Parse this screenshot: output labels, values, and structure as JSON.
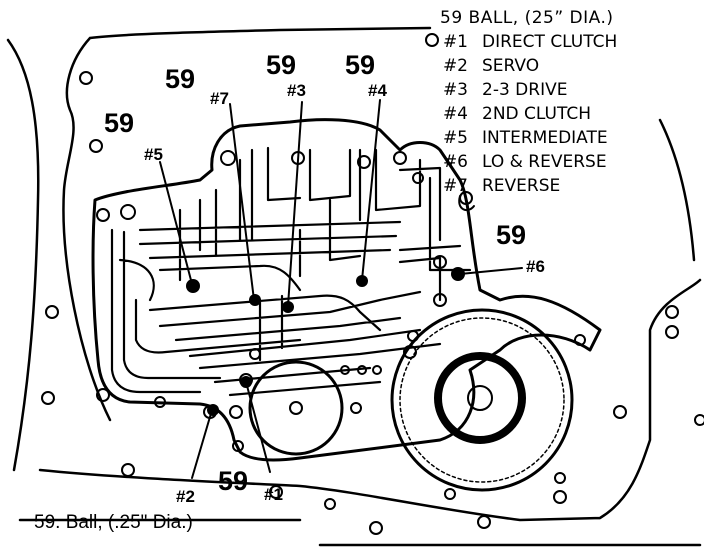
{
  "legend": {
    "title": "59  BALL, (25” DIA.)",
    "items": [
      {
        "num": "#1",
        "label": "DIRECT CLUTCH"
      },
      {
        "num": "#2",
        "label": "SERVO"
      },
      {
        "num": "#3",
        "label": "2-3 DRIVE"
      },
      {
        "num": "#4",
        "label": "2ND CLUTCH"
      },
      {
        "num": "#5",
        "label": "INTERMEDIATE"
      },
      {
        "num": "#6",
        "label": "LO & REVERSE"
      },
      {
        "num": "#7",
        "label": "REVERSE"
      }
    ]
  },
  "callouts": {
    "part_number": "59",
    "n1": "#1",
    "n2": "#2",
    "n3": "#3",
    "n4": "#4",
    "n5": "#5",
    "n6": "#6",
    "n7": "#7"
  },
  "caption": "59.  Ball, (.25\" Dia.)"
}
